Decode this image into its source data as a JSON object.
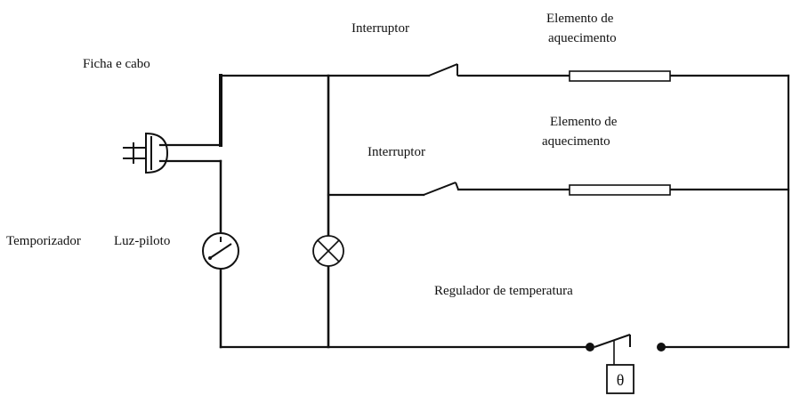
{
  "diagram": {
    "labels": {
      "plug_and_cable": "Ficha e cabo",
      "switch_top": "Interruptor",
      "switch_middle": "Interruptor",
      "heater_top_line1": "Elemento de",
      "heater_top_line2": "aquecimento",
      "heater_middle_line1": "Elemento de",
      "heater_middle_line2": "aquecimento",
      "timer": "Temporizador",
      "pilot_light": "Luz-piloto",
      "thermostat": "Regulador de temperatura",
      "thermostat_symbol": "θ"
    },
    "colors": {
      "line": "#111111",
      "text": "#111111",
      "background": "#ffffff"
    }
  }
}
